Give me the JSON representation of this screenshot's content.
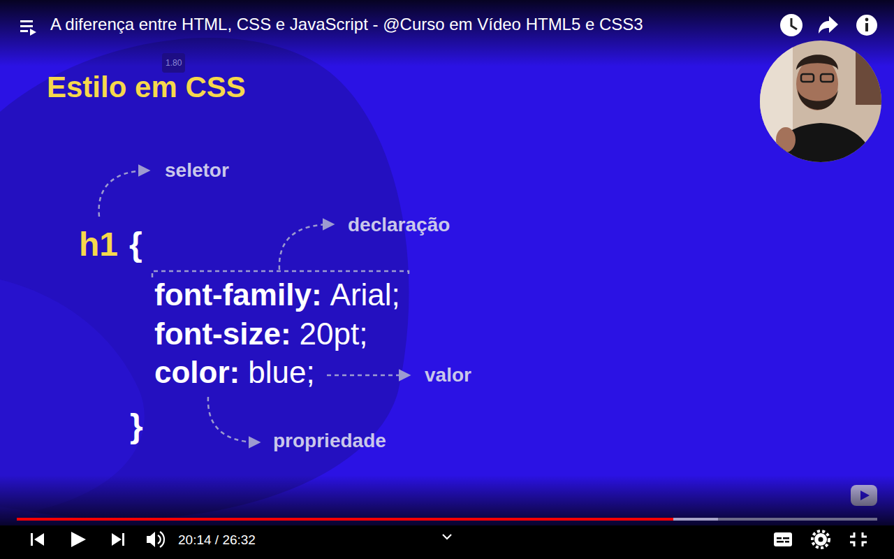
{
  "diagram": {
    "title": "A diferença entre HTML, CSS e JavaScript - @Curso em Vídeo HTML5 e CSS3",
    "labels": [
      "1.80",
      "Estilo em CSS",
      "seletor",
      "declaração",
      "h1",
      "{",
      "font-family:",
      "Arial;",
      "font-size:",
      "20pt;",
      "color:",
      "blue;",
      "valor",
      "}",
      "propriedade",
      "20:14 / 26:32"
    ]
  }
}
